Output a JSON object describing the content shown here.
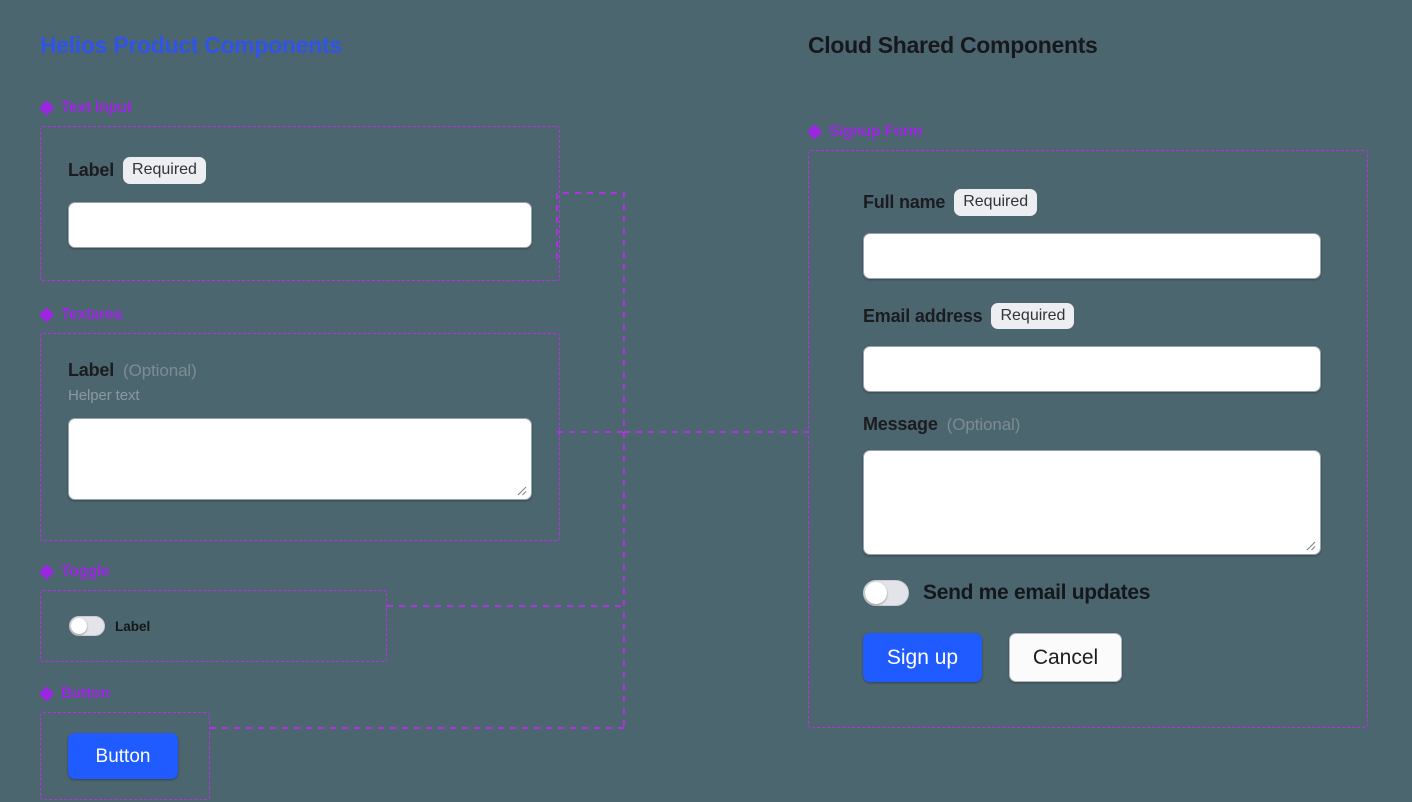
{
  "canvas": {
    "background_color": "#4c6670",
    "connector_color": "#c02af0",
    "card_border_color": "#c02af0",
    "accent_blue": "#1f5bff",
    "component_label_color": "#9b26e0"
  },
  "left_column": {
    "title": "Helios Product Components",
    "title_color": "#2f54e8",
    "sections": [
      {
        "icon": "diamond-cluster-icon",
        "label": "Text Input",
        "field": {
          "label": "Label",
          "badge": "Required",
          "input_value": "",
          "placeholder": ""
        }
      },
      {
        "icon": "diamond-cluster-icon",
        "label": "Textarea",
        "field": {
          "label": "Label",
          "optional_tag": "(Optional)",
          "helper_text": "Helper text",
          "textarea_value": "",
          "placeholder": ""
        }
      },
      {
        "icon": "diamond-cluster-icon",
        "label": "Toggle",
        "field": {
          "toggle_label": "Label",
          "toggle_state": "off"
        }
      },
      {
        "icon": "diamond-cluster-icon",
        "label": "Button",
        "field": {
          "button_label": "Button"
        }
      }
    ]
  },
  "right_column": {
    "title": "Cloud Shared Components",
    "title_color": "#16181d",
    "section": {
      "icon": "diamond-cluster-icon",
      "label": "Signup Form",
      "fields": [
        {
          "label": "Full name",
          "badge": "Required",
          "value": "",
          "placeholder": ""
        },
        {
          "label": "Email address",
          "badge": "Required",
          "value": "",
          "placeholder": ""
        },
        {
          "label": "Message",
          "optional_tag": "(Optional)",
          "value": "",
          "placeholder": ""
        }
      ],
      "toggle": {
        "label": "Send me email updates",
        "state": "off"
      },
      "actions": {
        "primary_label": "Sign up",
        "secondary_label": "Cancel"
      }
    }
  }
}
